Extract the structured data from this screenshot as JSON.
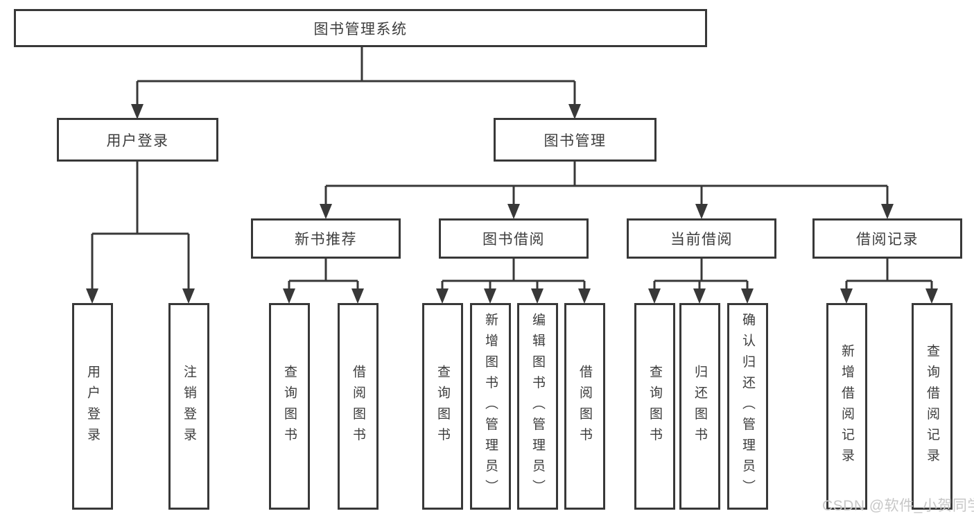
{
  "tree": {
    "label": "图书管理系统",
    "children": [
      {
        "label": "用户登录",
        "children": [
          {
            "label": "用户登录"
          },
          {
            "label": "注销登录"
          }
        ]
      },
      {
        "label": "图书管理",
        "children": [
          {
            "label": "新书推荐",
            "children": [
              {
                "label": "查询图书"
              },
              {
                "label": "借阅图书"
              }
            ]
          },
          {
            "label": "图书借阅",
            "children": [
              {
                "label": "查询图书"
              },
              {
                "label": "新增图书（管理员）"
              },
              {
                "label": "编辑图书（管理员）"
              },
              {
                "label": "借阅图书"
              }
            ]
          },
          {
            "label": "当前借阅",
            "children": [
              {
                "label": "查询图书"
              },
              {
                "label": "归还图书"
              },
              {
                "label": "确认归还（管理员）"
              }
            ]
          },
          {
            "label": "借阅记录",
            "children": [
              {
                "label": "新增借阅记录"
              },
              {
                "label": "查询借阅记录"
              }
            ]
          }
        ]
      }
    ]
  },
  "watermark": {
    "text": "CSDN @软件_小贺同学"
  },
  "colors": {
    "line": "#383838",
    "box_border": "#383838",
    "text": "#3d3d3d",
    "watermark": "#c7c7c7",
    "background": "#ffffff"
  }
}
